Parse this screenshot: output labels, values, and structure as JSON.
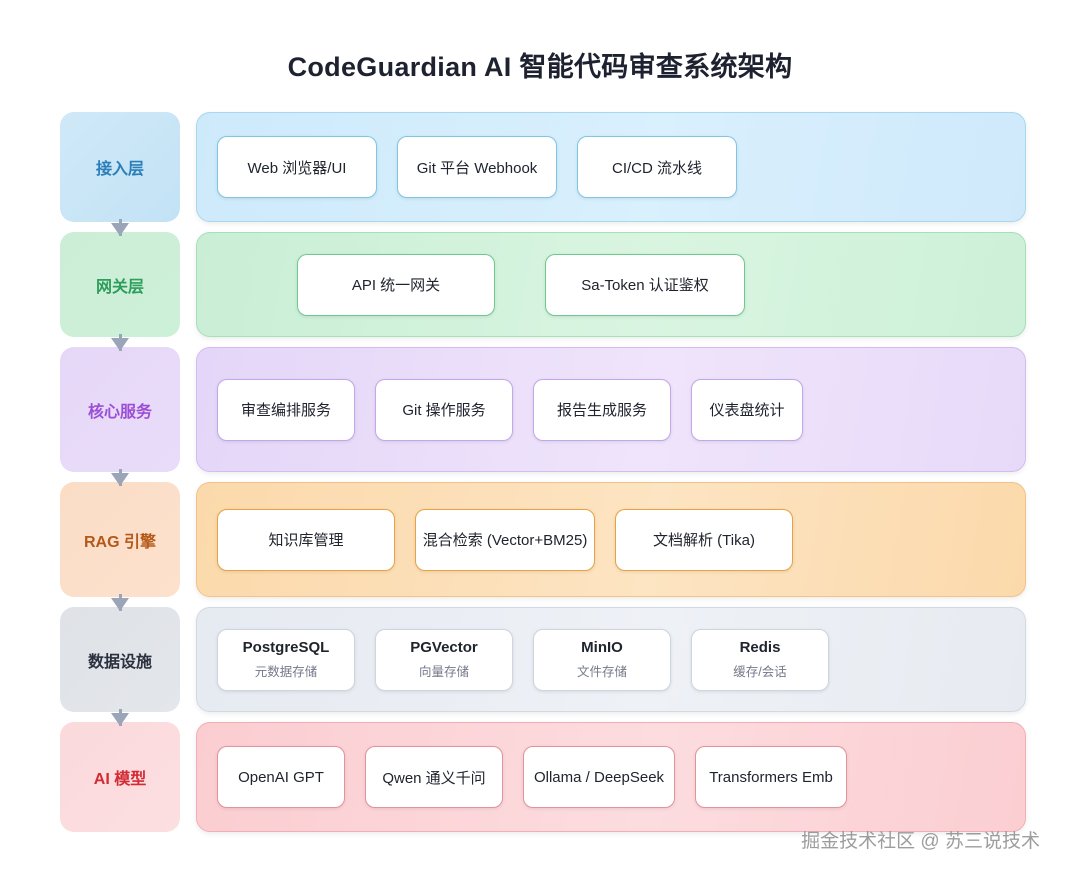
{
  "title": "CodeGuardian AI 智能代码审查系统架构",
  "watermark": "掘金技术社区 @ 苏三说技术",
  "layers": [
    {
      "id": "access",
      "label": "接入层",
      "label_color": "#2b7fb8",
      "band_color": "#cdeafb",
      "has_arrow": true,
      "cards": [
        {
          "title": "Web 浏览器/UI"
        },
        {
          "title": "Git 平台 Webhook"
        },
        {
          "title": "CI/CD 流水线"
        }
      ]
    },
    {
      "id": "gateway",
      "label": "网关层",
      "label_color": "#2e9e5b",
      "band_color": "#c9eed5",
      "has_arrow": true,
      "cards": [
        {
          "title": "API 统一网关"
        },
        {
          "title": "Sa-Token 认证鉴权"
        }
      ]
    },
    {
      "id": "core-services",
      "label": "核心服务",
      "label_color": "#9b4fd6",
      "band_color": "#e4d6f8",
      "has_arrow": true,
      "cards": [
        {
          "title": "审查编排服务"
        },
        {
          "title": "Git 操作服务"
        },
        {
          "title": "报告生成服务"
        },
        {
          "title": "仪表盘统计"
        }
      ]
    },
    {
      "id": "rag-engine",
      "label": "RAG 引擎",
      "label_color": "#b4591a",
      "band_color": "#fbd9ab",
      "has_arrow": true,
      "cards": [
        {
          "title": "知识库管理"
        },
        {
          "title": "混合检索 (Vector+BM25)"
        },
        {
          "title": "文档解析 (Tika)"
        }
      ]
    },
    {
      "id": "data-infrastructure",
      "label": "数据设施",
      "label_color": "#2c3140",
      "band_color": "#e6eaf1",
      "has_arrow": true,
      "cards": [
        {
          "title": "PostgreSQL",
          "subtitle": "元数据存储"
        },
        {
          "title": "PGVector",
          "subtitle": "向量存储"
        },
        {
          "title": "MinIO",
          "subtitle": "文件存储"
        },
        {
          "title": "Redis",
          "subtitle": "缓存/会话"
        }
      ]
    },
    {
      "id": "ai-models",
      "label": "AI 模型",
      "label_color": "#d32b33",
      "band_color": "#fbcdd1",
      "has_arrow": false,
      "cards": [
        {
          "title": "OpenAI GPT"
        },
        {
          "title": "Qwen 通义千问"
        },
        {
          "title": "Ollama / DeepSeek"
        },
        {
          "title": "Transformers Emb"
        }
      ]
    }
  ]
}
